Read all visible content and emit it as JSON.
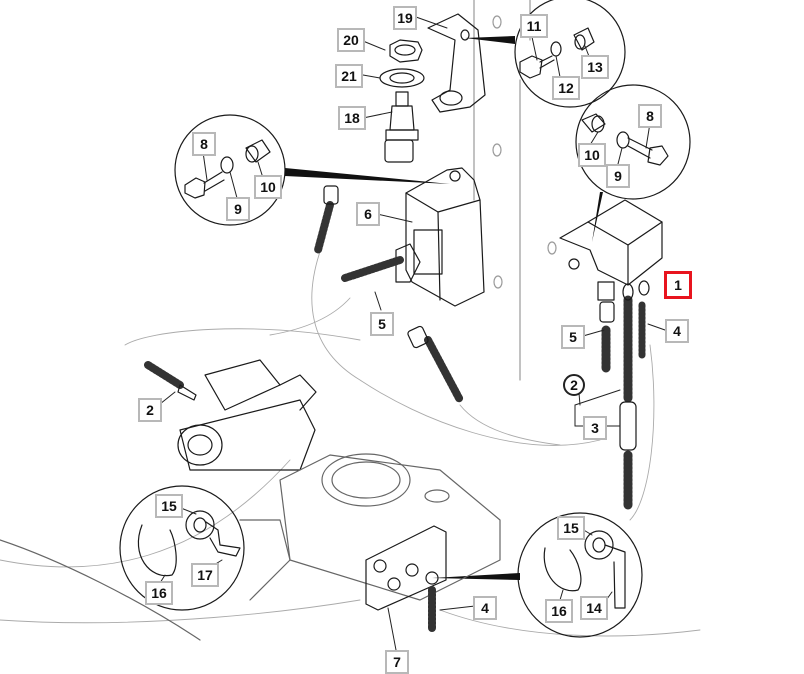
{
  "diagram": {
    "title": "",
    "colors": {
      "line": "#1a1a1a",
      "callout_border": "#b8b8b8",
      "highlight": "#e8141e",
      "background": "#ffffff"
    },
    "callouts": [
      {
        "id": "c19",
        "label": "19"
      },
      {
        "id": "c20",
        "label": "20"
      },
      {
        "id": "c21",
        "label": "21"
      },
      {
        "id": "c18",
        "label": "18"
      },
      {
        "id": "c11",
        "label": "11"
      },
      {
        "id": "c12",
        "label": "12"
      },
      {
        "id": "c13",
        "label": "13"
      },
      {
        "id": "c8a",
        "label": "8"
      },
      {
        "id": "c9a",
        "label": "9"
      },
      {
        "id": "c10a",
        "label": "10"
      },
      {
        "id": "c8b",
        "label": "8"
      },
      {
        "id": "c9b",
        "label": "9"
      },
      {
        "id": "c10b",
        "label": "10"
      },
      {
        "id": "c6",
        "label": "6"
      },
      {
        "id": "c5a",
        "label": "5"
      },
      {
        "id": "c1",
        "label": "1",
        "highlighted": true
      },
      {
        "id": "c5b",
        "label": "5"
      },
      {
        "id": "c4a",
        "label": "4"
      },
      {
        "id": "c2a",
        "label": "2",
        "shape": "circle"
      },
      {
        "id": "c3",
        "label": "3"
      },
      {
        "id": "c2b",
        "label": "2"
      },
      {
        "id": "c15a",
        "label": "15"
      },
      {
        "id": "c16a",
        "label": "16"
      },
      {
        "id": "c17",
        "label": "17"
      },
      {
        "id": "c15b",
        "label": "15"
      },
      {
        "id": "c16b",
        "label": "16"
      },
      {
        "id": "c14",
        "label": "14"
      },
      {
        "id": "c4b",
        "label": "4"
      },
      {
        "id": "c7",
        "label": "7"
      }
    ]
  }
}
